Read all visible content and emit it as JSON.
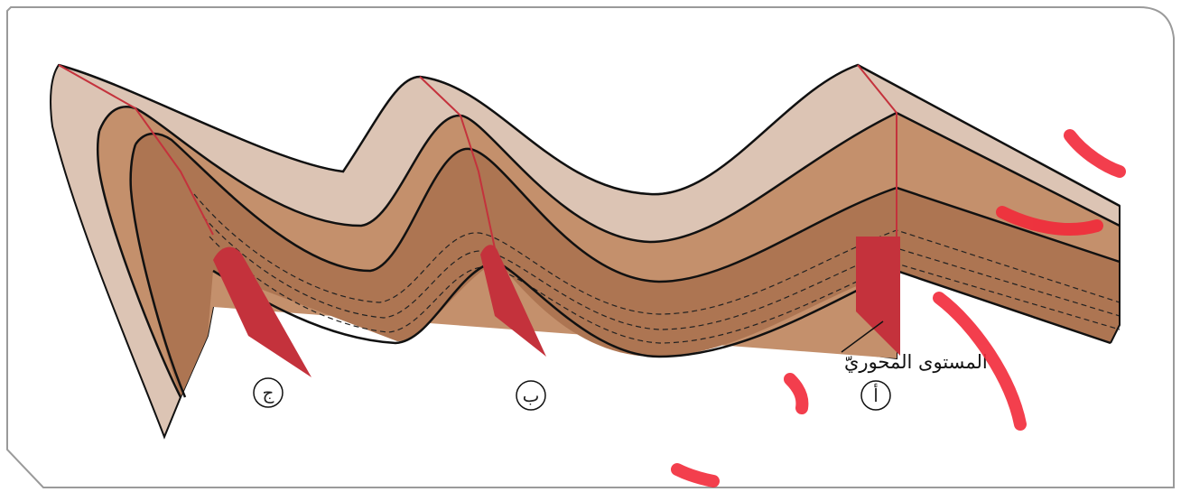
{
  "labels": {
    "axial_plane": "المستوى المحوريّ",
    "fold_a": "أ",
    "fold_b": "ب",
    "fold_c": "ج"
  },
  "colors": {
    "outer_layer": "#dcc3b3",
    "middle_layer": "#c4906c",
    "inner_layer": "#ad7552",
    "axial_plane": "#c4323c",
    "outline": "#111111",
    "card_border": "#8f8f8f",
    "watermark": "#f22a3a"
  }
}
